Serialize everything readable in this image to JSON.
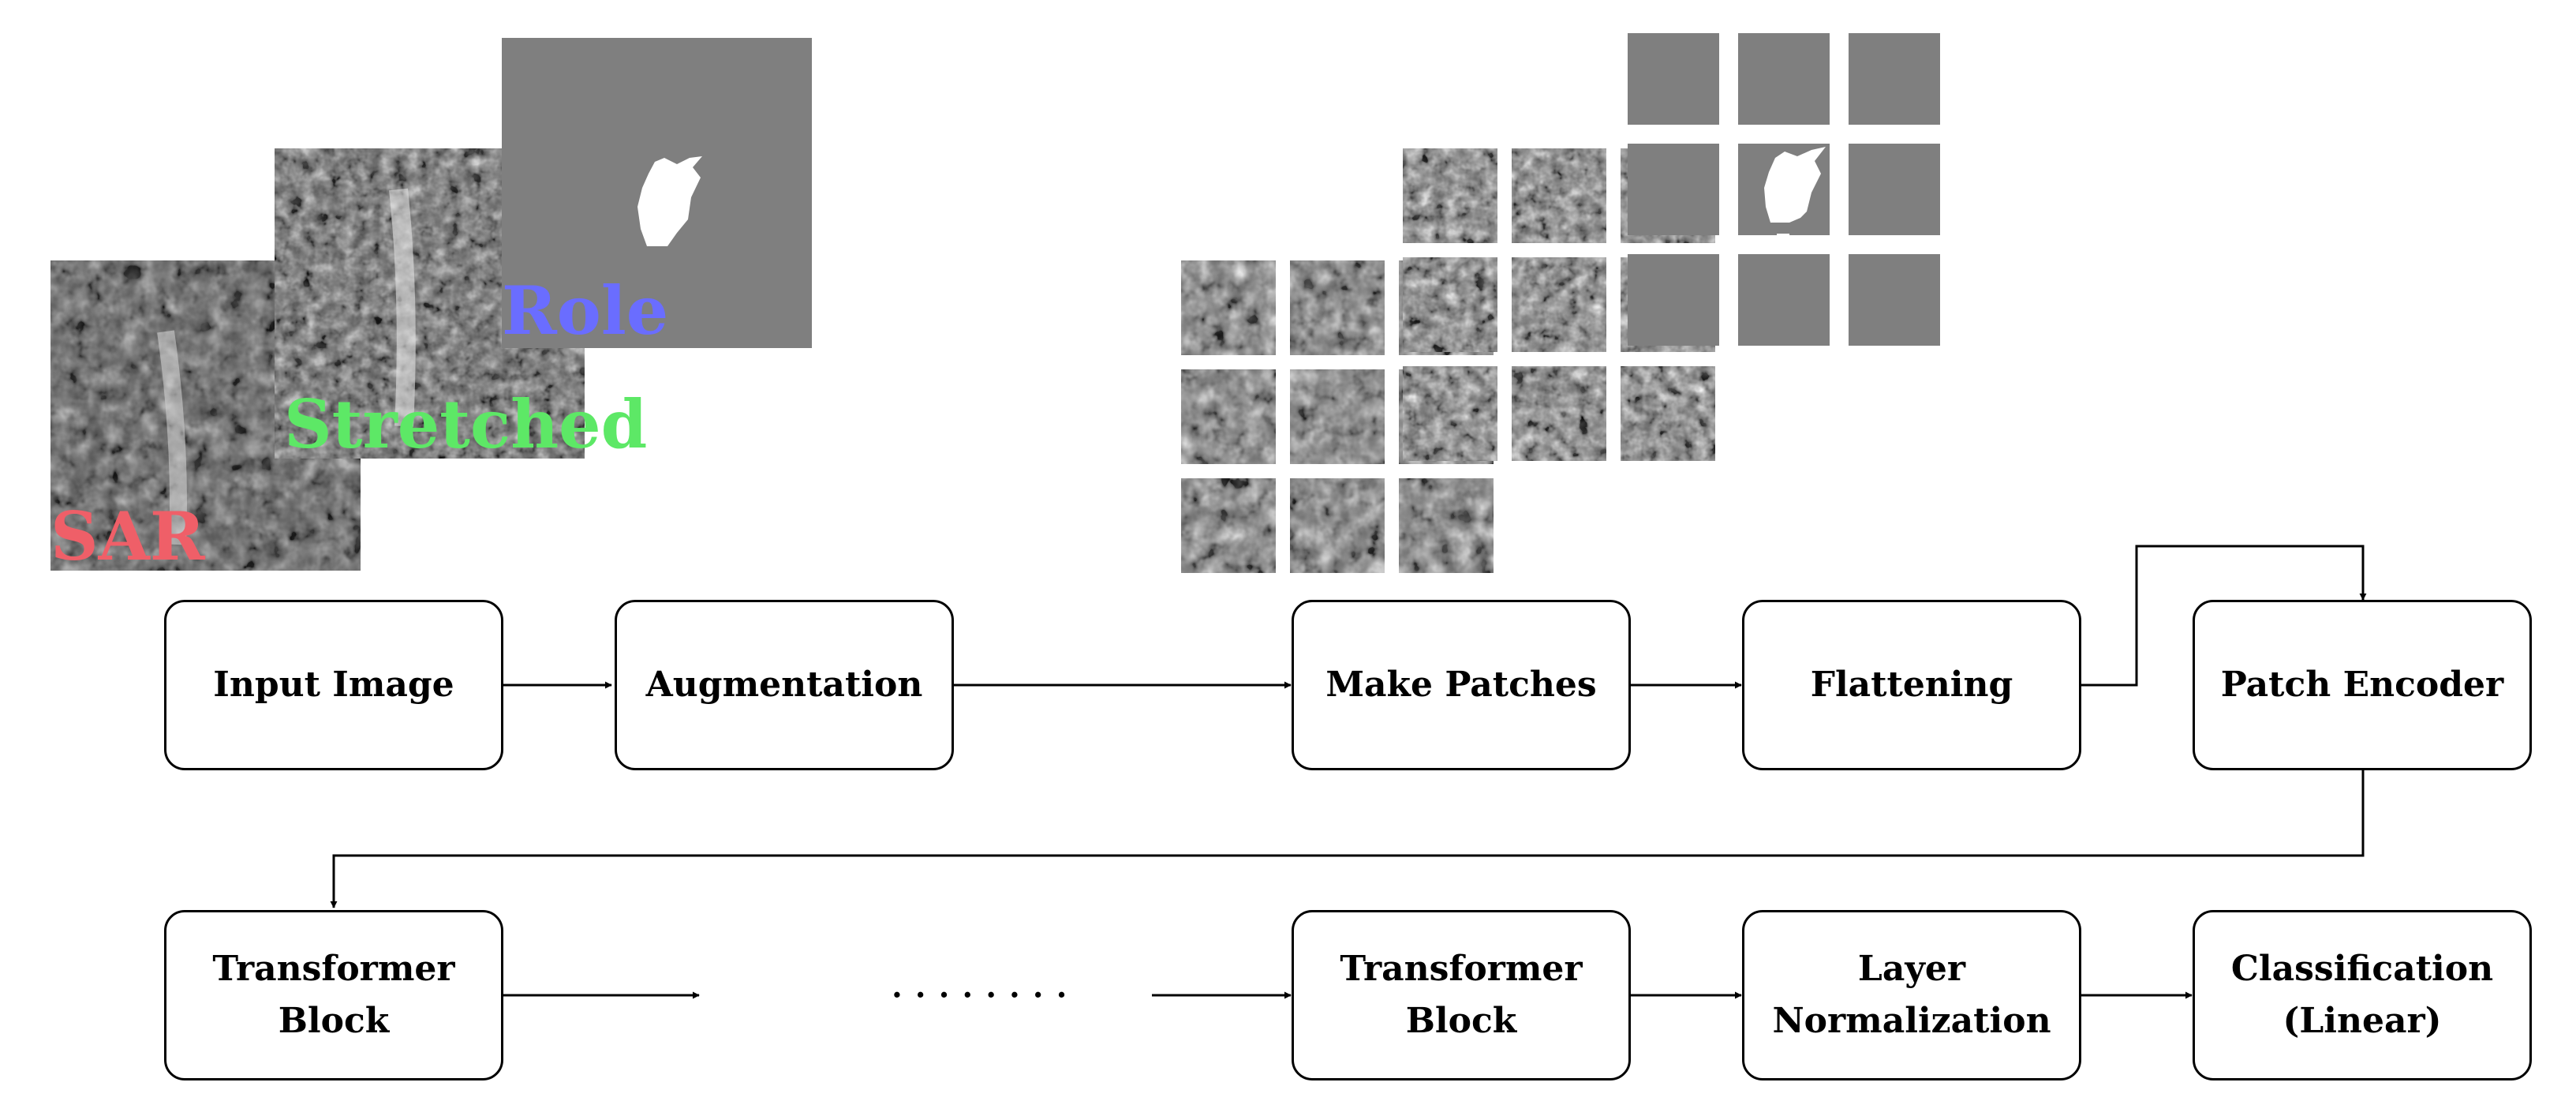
{
  "input_images": {
    "sar": {
      "label": "SAR",
      "color": "#ef5f68"
    },
    "stretched": {
      "label": "Stretched",
      "color": "#5de866"
    },
    "role": {
      "label": "Role",
      "color": "#6a6dff"
    }
  },
  "nodes": {
    "input_image": "Input Image",
    "augmentation": "Augmentation",
    "make_patches": "Make Patches",
    "flattening": "Flattening",
    "patch_encoder": "Patch Encoder",
    "transformer_block_1": "Transformer\nBlock",
    "ellipsis": "........",
    "transformer_block_n": "Transformer\nBlock",
    "layer_normalization": "Layer\nNormalization",
    "classification": "Classification\n(Linear)"
  },
  "colors": {
    "mask_grey": "#7f7f7f",
    "mask_white": "#ffffff",
    "stroke": "#000000"
  }
}
